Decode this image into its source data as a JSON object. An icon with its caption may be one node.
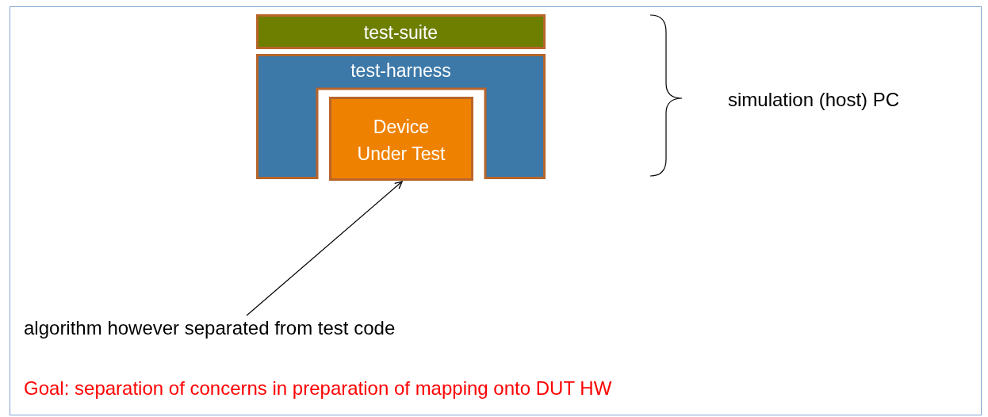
{
  "diagram": {
    "nodes": [
      {
        "text": [
          "test-suite"
        ]
      },
      {
        "text": [
          "test-harness"
        ]
      },
      {
        "text": [
          "Device Under Test"
        ],
        "in": 1
      },
      {
        "text": [
          "algorithm however separated from test code"
        ]
      }
    ],
    "edges": [
      {
        "from": 3,
        "to": 2,
        "arrow": "to"
      }
    ],
    "labels": [
      "simulation (host) PC",
      "Goal: separation of concerns in preparation of mapping onto DUT HW"
    ]
  }
}
